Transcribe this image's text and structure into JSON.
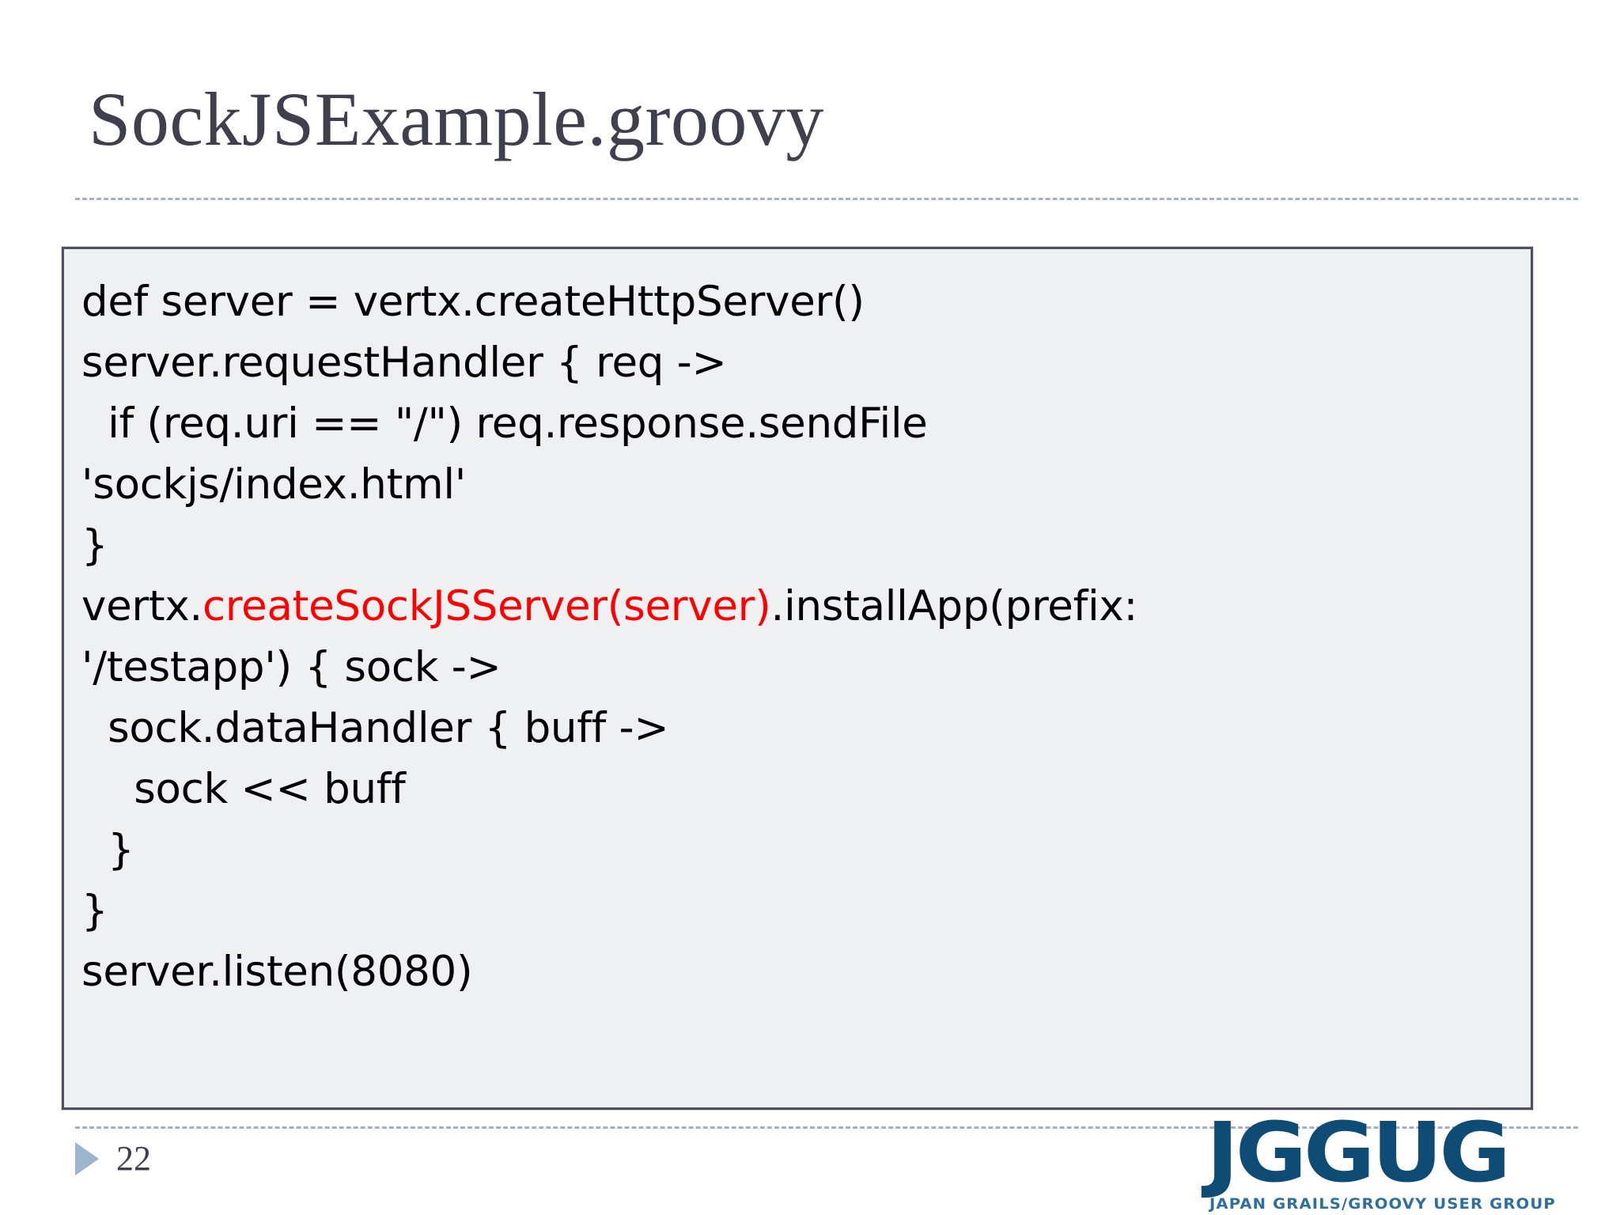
{
  "slide": {
    "title": "SockJSExample.groovy",
    "page_number": "22"
  },
  "code": {
    "language": "groovy",
    "lines": [
      {
        "segments": [
          {
            "text": "def server = vertx.createHttpServer()",
            "color": "black"
          }
        ]
      },
      {
        "segments": [
          {
            "text": "server.requestHandler { req ->",
            "color": "black"
          }
        ]
      },
      {
        "segments": [
          {
            "text": "  if (req.uri == \"/\") req.response.sendFile",
            "color": "black"
          }
        ]
      },
      {
        "segments": [
          {
            "text": "'sockjs/index.html'",
            "color": "black"
          }
        ]
      },
      {
        "segments": [
          {
            "text": "}",
            "color": "black"
          }
        ]
      },
      {
        "segments": [
          {
            "text": "vertx.",
            "color": "black"
          },
          {
            "text": "createSockJSServer(server)",
            "color": "red"
          },
          {
            "text": ".installApp(prefix:",
            "color": "black"
          }
        ]
      },
      {
        "segments": [
          {
            "text": "'/testapp') { sock ->",
            "color": "black"
          }
        ]
      },
      {
        "segments": [
          {
            "text": "  sock.dataHandler { buff ->",
            "color": "black"
          }
        ]
      },
      {
        "segments": [
          {
            "text": "    sock << buff",
            "color": "black"
          }
        ]
      },
      {
        "segments": [
          {
            "text": "  }",
            "color": "black"
          }
        ]
      },
      {
        "segments": [
          {
            "text": "}",
            "color": "black"
          }
        ]
      },
      {
        "segments": [
          {
            "text": "server.listen(8080)",
            "color": "black"
          }
        ]
      }
    ],
    "full_text": "def server = vertx.createHttpServer()\nserver.requestHandler { req ->\n  if (req.uri == \"/\") req.response.sendFile\n'sockjs/index.html'\n}\nvertx.createSockJSServer(server).installApp(prefix:\n'/testapp') { sock ->\n  sock.dataHandler { buff ->\n    sock << buff\n  }\n}\nserver.listen(8080)"
  },
  "logo": {
    "wordmark": "JGGUG",
    "tagline": "JAPAN GRAILS/GROOVY USER GROUP"
  },
  "colors": {
    "title_text": "#3f3f4d",
    "code_background": "#eff0f1",
    "code_border": "#4f4f66",
    "highlight_red": "#ff0000",
    "rule_dashed": "#9aa3b5",
    "bullet_triangle": "#9db4ce",
    "logo_blue": "#0f4c75",
    "logo_tagline_blue": "#2e6f9e"
  }
}
